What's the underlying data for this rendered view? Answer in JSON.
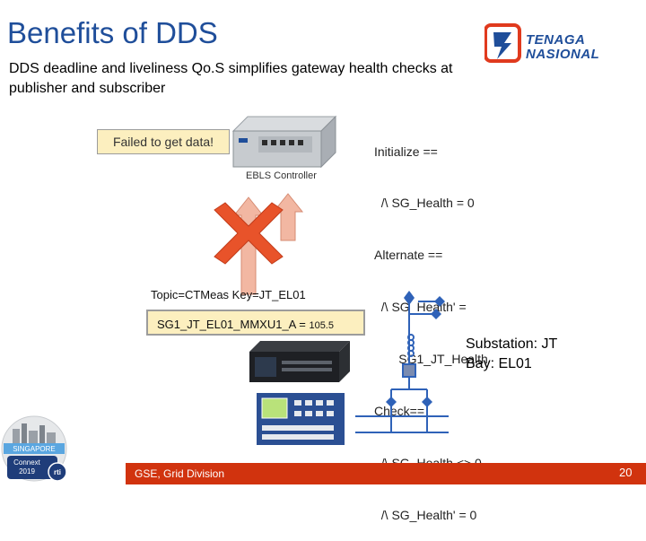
{
  "slide": {
    "title": "Benefits of DDS",
    "subtitle": "DDS deadline and liveliness Qo.S simplifies gateway health checks at publisher and subscriber",
    "failed_label": "Failed to get data!",
    "controller_label": "EBLS Controller",
    "status_lines": [
      "Initialize ==",
      "  /\\ SG_Health = 0",
      "Alternate ==",
      "  /\\ SG_Health' =",
      "       SG1_JT_Health",
      "Check==",
      "  /\\ SG_Health <> 0",
      "  /\\ SG_Health' = 0"
    ],
    "topic_label": "Topic=CTMeas Key=JT_EL01",
    "signal_name": "SG1_JT_EL01_MMXU1_A = ",
    "signal_value": "105.5",
    "station_line1": "Substation: JT",
    "station_line2": "Bay: EL01",
    "footer_left": "GSE, Grid Division",
    "page_number": "20"
  },
  "logo": {
    "line1": "TENAGA",
    "line2": "NASIONAL"
  },
  "badge": {
    "city": "SINGAPORE",
    "event": "Connext",
    "year": "2019",
    "brand": "rti"
  },
  "colors": {
    "title": "#1f4e9a",
    "highlight_box": "#fcefbf",
    "arrow": "#f2b7a2",
    "cross": "#e8532a",
    "footer": "#d1330e",
    "diagram": "#2f62b8"
  }
}
